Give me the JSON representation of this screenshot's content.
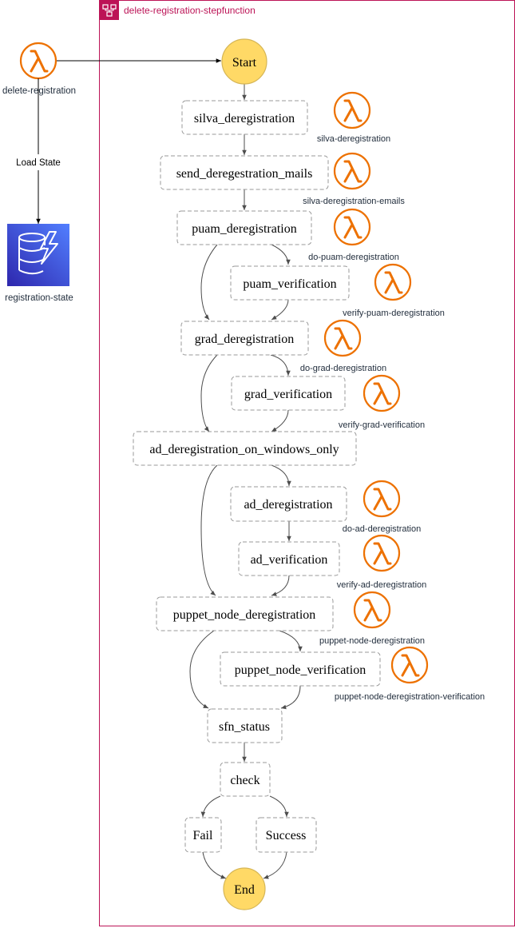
{
  "group": {
    "title": "delete-registration-stepfunction",
    "icon": "step-functions-icon",
    "border_color": "#bc1356"
  },
  "colors": {
    "lambda_orange": "#ed7100",
    "terminal_fill": "#ffd966",
    "terminal_stroke": "#d6b656",
    "state_stroke": "#999999",
    "edge": "#4d4d4d",
    "dynamo_start": "#2e27ad",
    "dynamo_end": "#527fff"
  },
  "external": {
    "lambda_label": "delete-registration",
    "edge_label": "Load State",
    "table_label": "registration-state",
    "table_icon": "dynamodb-icon"
  },
  "terminals": {
    "start": "Start",
    "end": "End"
  },
  "states": {
    "silva": "silva_deregistration",
    "send_mails": "send_deregestration_mails",
    "puam": "puam_deregistration",
    "puam_verify": "puam_verification",
    "grad": "grad_deregistration",
    "grad_verify": "grad_verification",
    "ad_windows": "ad_deregistration_on_windows_only",
    "ad": "ad_deregistration",
    "ad_verify": "ad_verification",
    "puppet": "puppet_node_deregistration",
    "puppet_verify": "puppet_node_verification",
    "sfn_status": "sfn_status",
    "check": "check",
    "fail": "Fail",
    "success": "Success"
  },
  "lambdas": {
    "silva": "silva-deregistration",
    "emails": "silva-deregistration-emails",
    "puam": "do-puam-deregistration",
    "puam_verify": "verify-puam-deregistration",
    "grad": "do-grad-deregistration",
    "grad_verify": "verify-grad-verification",
    "ad": "do-ad-deregistration",
    "ad_verify": "verify-ad-deregistration",
    "puppet": "puppet-node-deregistration",
    "puppet_verify": "puppet-node-deregistration-verification"
  }
}
